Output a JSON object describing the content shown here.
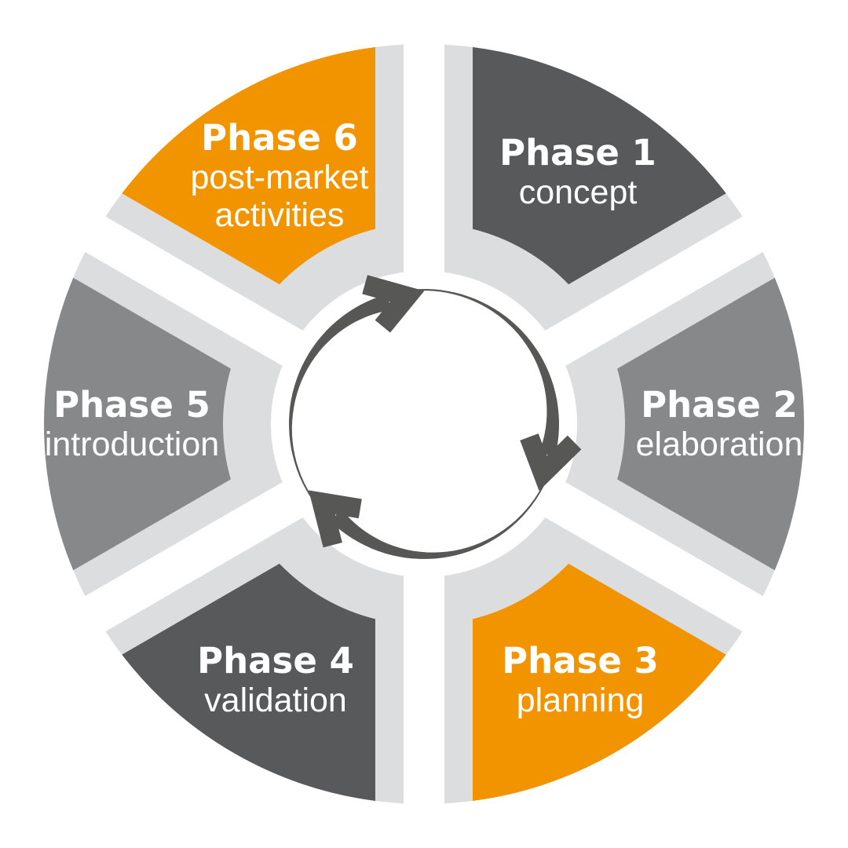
{
  "diagram": {
    "background_color": "#ffffff",
    "shadow_color": "#DCDDDE",
    "arrow_color": "#575756",
    "text_color": "#ffffff",
    "center_icon": "three-clockwise-cycle-arrows",
    "phases": [
      {
        "title": "Phase 1",
        "subtitle_lines": [
          "concept"
        ],
        "color": "#58595B",
        "position": "top-right"
      },
      {
        "title": "Phase 2",
        "subtitle_lines": [
          "elaboration"
        ],
        "color": "#87888A",
        "position": "right"
      },
      {
        "title": "Phase 3",
        "subtitle_lines": [
          "planning"
        ],
        "color": "#F29400",
        "position": "bottom-right"
      },
      {
        "title": "Phase 4",
        "subtitle_lines": [
          "validation"
        ],
        "color": "#58595B",
        "position": "bottom-left"
      },
      {
        "title": "Phase 5",
        "subtitle_lines": [
          "introduction"
        ],
        "color": "#87888A",
        "position": "left"
      },
      {
        "title": "Phase 6",
        "subtitle_lines": [
          "post-market",
          "activities"
        ],
        "color": "#F29400",
        "position": "top-left"
      }
    ]
  }
}
